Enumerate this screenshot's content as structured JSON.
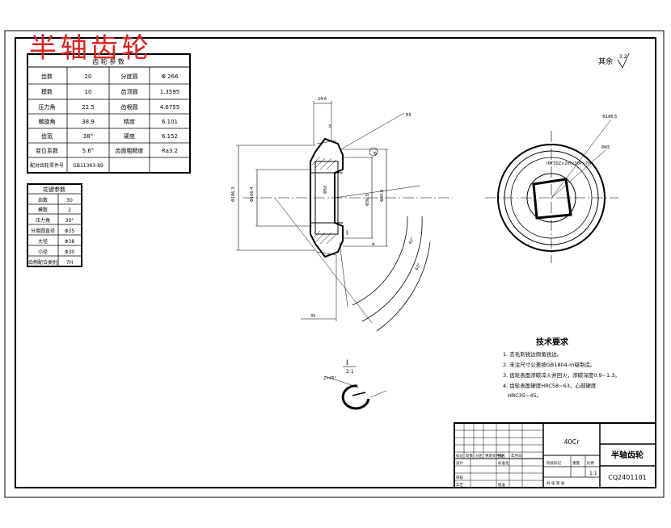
{
  "title_overlay": "半轴齿轮",
  "gear_params": {
    "header": "齿 轮 参 数",
    "rows": [
      [
        "齿数",
        "20",
        "分度圆",
        "Φ 266"
      ],
      [
        "模数",
        "10",
        "齿顶圆",
        "1.3595"
      ],
      [
        "压力角",
        "22.5",
        "齿根圆",
        "4.6755"
      ],
      [
        "螺旋角",
        "38.9",
        "精度",
        "6.101"
      ],
      [
        "齿宽",
        "38°",
        "硬度",
        "6.152"
      ],
      [
        "变位系数",
        "5.6°",
        "齿面粗糙度",
        "Ra3.2"
      ]
    ],
    "last_row": [
      "配对齿轮零件号",
      "GB11363-89"
    ]
  },
  "spline_params": {
    "header": "花键参数",
    "rows": [
      [
        "齿数",
        "30"
      ],
      [
        "模数",
        "2"
      ],
      [
        "压力角",
        "30°"
      ],
      [
        "分度圆直径",
        "Φ35"
      ],
      [
        "大径",
        "Φ38"
      ],
      [
        "小径",
        "Φ30"
      ],
      [
        "齿侧配合类别",
        "7H"
      ]
    ]
  },
  "roughness_note": "其余",
  "roughness_value": "3.2",
  "section_marker": "I",
  "section_scale": "2:1",
  "tech_requirements": {
    "title": "技术要求",
    "items": [
      "1. 去毛刺锐边倒角锐边。",
      "2. 未注尺寸公差按GB1804-m级制造。",
      "3. 齿轮表面渗碳淬火并回火，渗碳深度0.9~1.3。",
      "4. 齿轮表面硬度HRC58~63，心部硬度",
      "HRC35~45。"
    ]
  },
  "title_block": {
    "material": "40Cr",
    "part_name": "半轴齿轮",
    "drawing_no": "CQ2401101",
    "scale_label": "比例",
    "scale_value": "1:1",
    "sheet_label": "共 张 第 张",
    "row_labels": [
      "标记",
      "处数",
      "分区",
      "更改文件号",
      "签名",
      "年月日"
    ],
    "design": "设计",
    "standard": "标准化",
    "check": "审核",
    "process": "工艺",
    "approve": "批准",
    "stage_label": "阶段标记",
    "weight_label": "重量"
  }
}
